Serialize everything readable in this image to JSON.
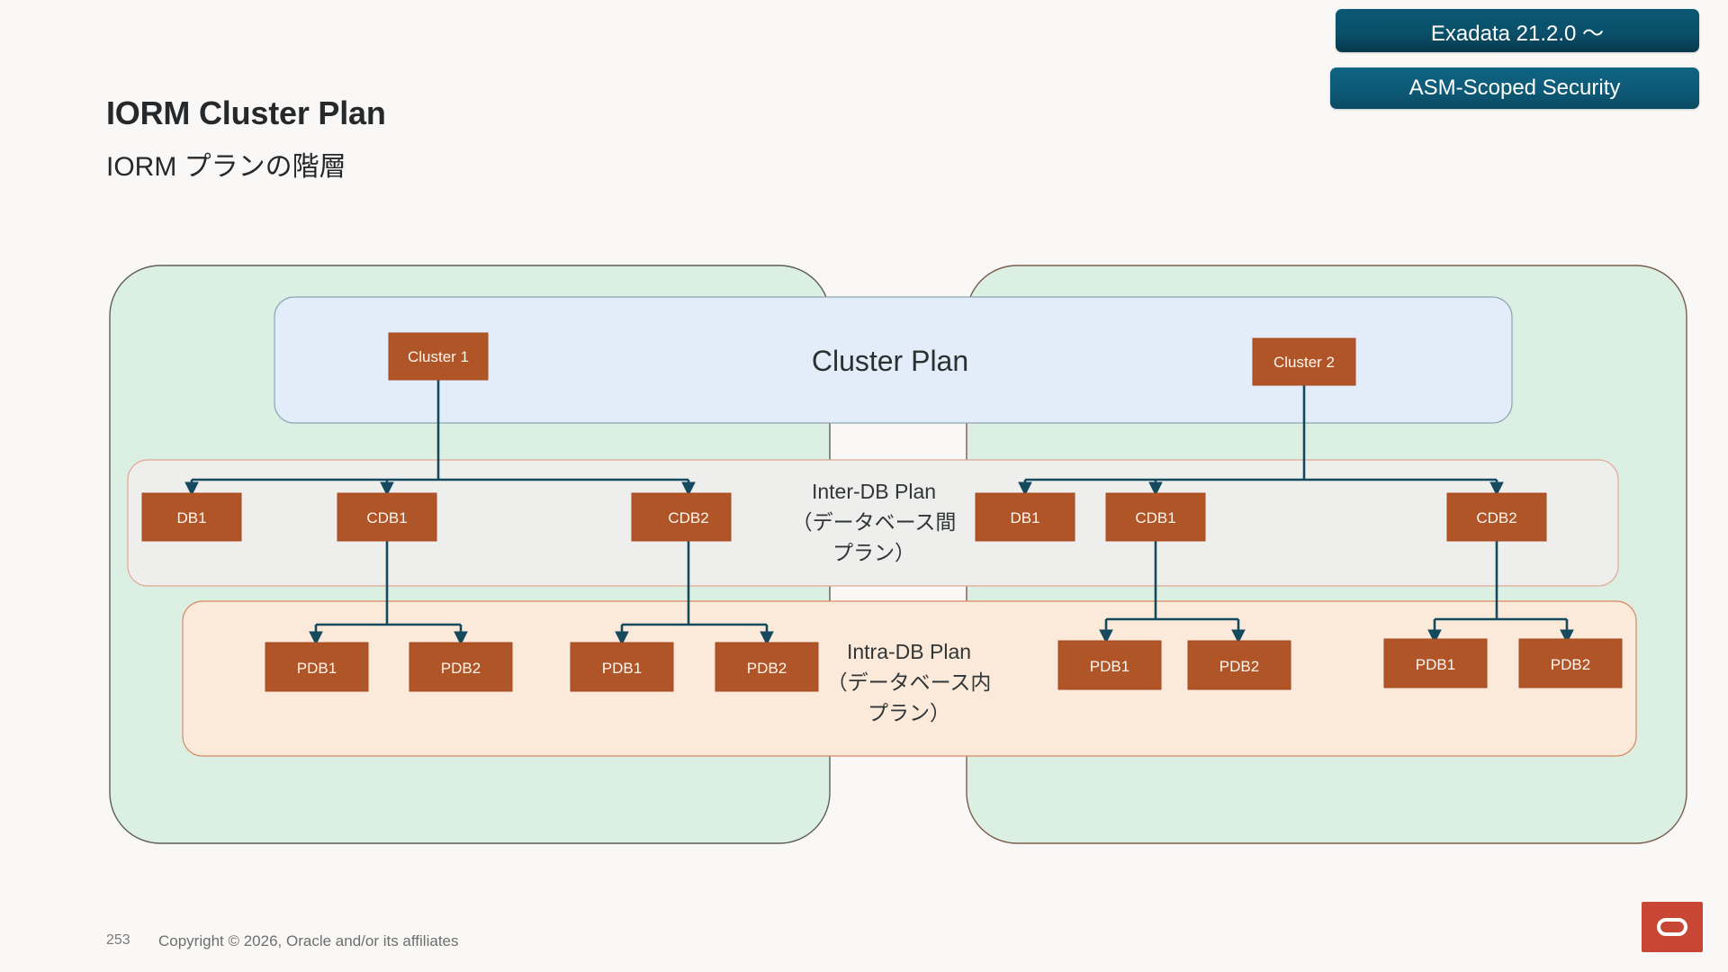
{
  "header": {
    "title": "IORM Cluster Plan",
    "subtitle": "IORM プランの階層"
  },
  "badges": [
    {
      "id": "version",
      "label": "Exadata 21.2.0 ～",
      "color": "#0a506a"
    },
    {
      "id": "feature",
      "label": "ASM-Scoped Security",
      "color": "#0d5975"
    }
  ],
  "diagram": {
    "type": "hierarchy",
    "bands": [
      {
        "id": "cluster-plan",
        "label": "Cluster Plan",
        "fill": "#e3edfa",
        "stroke": "#8fa4b8"
      },
      {
        "id": "inter-db-plan",
        "label_en": "Inter-DB Plan",
        "label_ja_1": "（データベース間",
        "label_ja_2": "プラン）",
        "fill": "#eeeeec",
        "stroke": "#e0a898"
      },
      {
        "id": "intra-db-plan",
        "label_en": "Intra-DB Plan",
        "label_ja_1": "（データベース内",
        "label_ja_2": "プラン）",
        "fill": "#fbeada",
        "stroke": "#d98a62"
      }
    ],
    "cluster_container": {
      "fill": "#dbf0e2",
      "stroke": "#5e5f5c"
    },
    "node_style": {
      "fill": "#b05528",
      "text": "#fdf6ef"
    },
    "connector_color": "#154a5e",
    "clusters": [
      {
        "id": "cluster-1",
        "label": "Cluster 1",
        "databases": [
          {
            "id": "db1",
            "label": "DB1",
            "pdbs": []
          },
          {
            "id": "cdb1",
            "label": "CDB1",
            "pdbs": [
              {
                "label": "PDB1"
              },
              {
                "label": "PDB2"
              }
            ]
          },
          {
            "id": "cdb2",
            "label": "CDB2",
            "pdbs": [
              {
                "label": "PDB1"
              },
              {
                "label": "PDB2"
              }
            ]
          }
        ]
      },
      {
        "id": "cluster-2",
        "label": "Cluster 2",
        "databases": [
          {
            "id": "db1",
            "label": "DB1",
            "pdbs": []
          },
          {
            "id": "cdb1",
            "label": "CDB1",
            "pdbs": [
              {
                "label": "PDB1"
              },
              {
                "label": "PDB2"
              }
            ]
          },
          {
            "id": "cdb2",
            "label": "CDB2",
            "pdbs": [
              {
                "label": "PDB1"
              },
              {
                "label": "PDB2"
              }
            ]
          }
        ]
      }
    ]
  },
  "footer": {
    "page_number": "253",
    "copyright": "Copyright © 2026, Oracle and/or its affiliates",
    "logo": "oracle-logo"
  }
}
